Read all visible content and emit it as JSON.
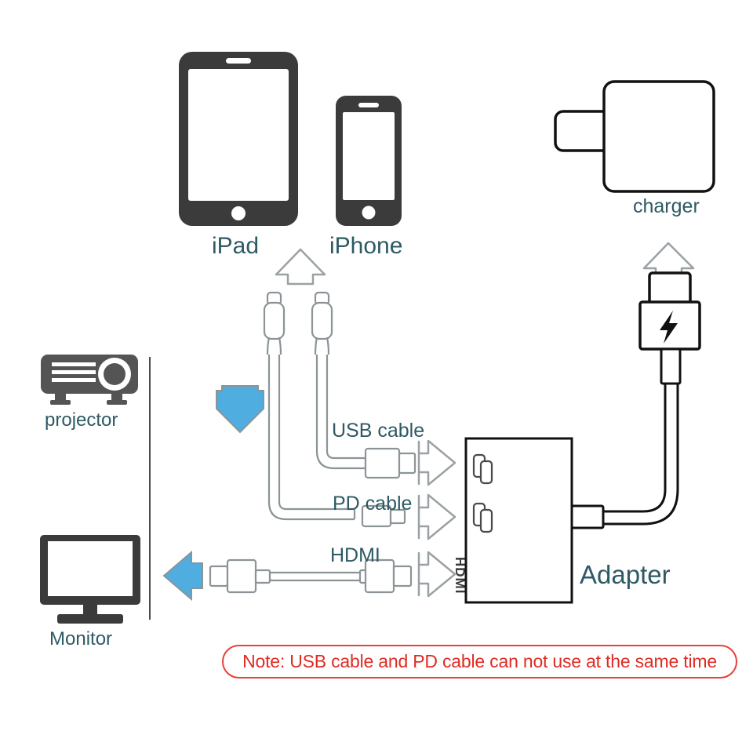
{
  "diagram": {
    "title": "Adapter connection diagram",
    "colors": {
      "label_teal": "#2d5a63",
      "accent_blue": "#4fade0",
      "note_red": "#e02b23",
      "outline_gray": "#7c8487",
      "device_dark": "#3b3b3b"
    }
  },
  "devices": {
    "ipad": {
      "label": "iPad",
      "icon": "ipad-icon"
    },
    "iphone": {
      "label": "iPhone",
      "icon": "iphone-icon"
    },
    "charger": {
      "label": "charger",
      "icon": "charger-icon"
    },
    "projector": {
      "label": "projector",
      "icon": "projector-icon"
    },
    "monitor": {
      "label": "Monitor",
      "icon": "monitor-icon"
    },
    "adapter": {
      "label": "Adapter",
      "icon": "adapter-icon",
      "port_label": "HDMI"
    }
  },
  "cables": {
    "usb": {
      "label": "USB cable"
    },
    "pd": {
      "label": "PD cable"
    },
    "hdmi": {
      "label": "HDMI"
    },
    "power": {
      "label": "",
      "icon": "lightning-bolt-icon"
    }
  },
  "arrows": {
    "up_to_devices": "up-arrow-outline",
    "up_to_charger": "up-arrow-outline",
    "down_blue": "down-arrow-blue",
    "left_blue": "left-arrow-blue",
    "right_usb": "right-arrow-outline",
    "right_pd": "right-arrow-outline",
    "right_hdmi": "right-arrow-outline"
  },
  "note": {
    "text": "Note: USB cable and PD cable can not use at the same time"
  }
}
